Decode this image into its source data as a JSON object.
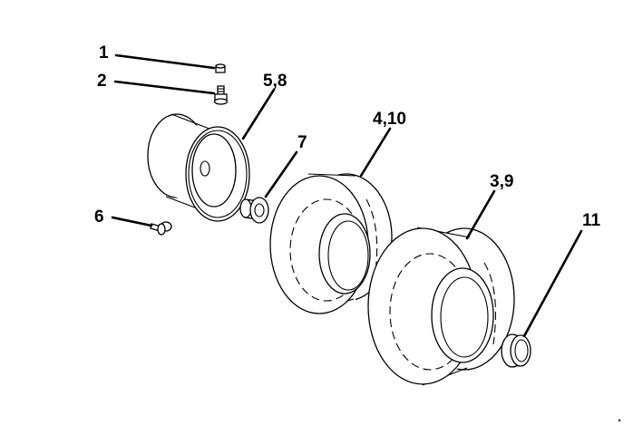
{
  "callouts": {
    "c1": "1",
    "c2": "2",
    "c58": "5,8",
    "c7": "7",
    "c410": "4,10",
    "c6": "6",
    "c39": "3,9",
    "c11": "11"
  }
}
